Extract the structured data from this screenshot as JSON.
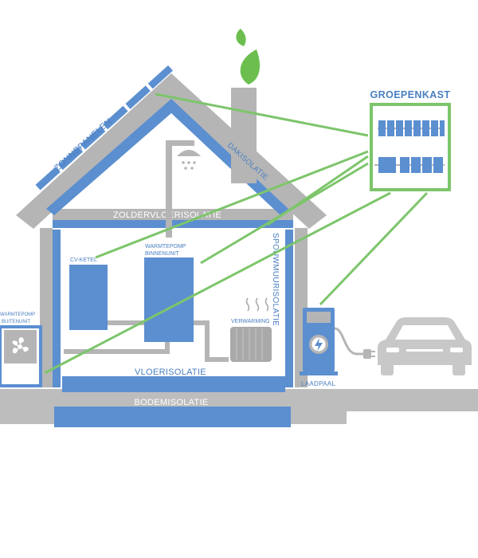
{
  "labels": {
    "groepenkast": "GROEPENKAST",
    "zonnepanelen": "ZONNEPANELEN",
    "dakisolatie": "DAKISOLATIE",
    "zoldervloerisolatie": "ZOLDERVLOERISOLATIE",
    "spouwmuurisolatie": "SPOUWMUURISOLATIE",
    "cv_ketel": "CV-KETEL",
    "warmtepomp_binnen_1": "WARMTEPOMP",
    "warmtepomp_binnen_2": "BINNENUNIT",
    "warmtepomp_buiten_1": "WARMTEPOMP",
    "warmtepomp_buiten_2": "BUITENUNIT",
    "verwarming": "VERWARMING",
    "vloerisolatie": "VLOERISOLATIE",
    "bodemisolatie": "BODEMISOLATIE",
    "laadpaal": "LAADPAAL"
  },
  "colors": {
    "blue": "#5b8fd0",
    "blue_dark": "#4a7fc1",
    "grey": "#b5b5b5",
    "grey_light": "#c8c8c8",
    "green": "#7dc56b",
    "leaf_green": "#6cbf4f"
  },
  "icons": [
    "leaf-icon",
    "shower-icon",
    "fan-icon",
    "lightning-icon",
    "plug-icon",
    "car-icon",
    "heat-waves-icon"
  ]
}
